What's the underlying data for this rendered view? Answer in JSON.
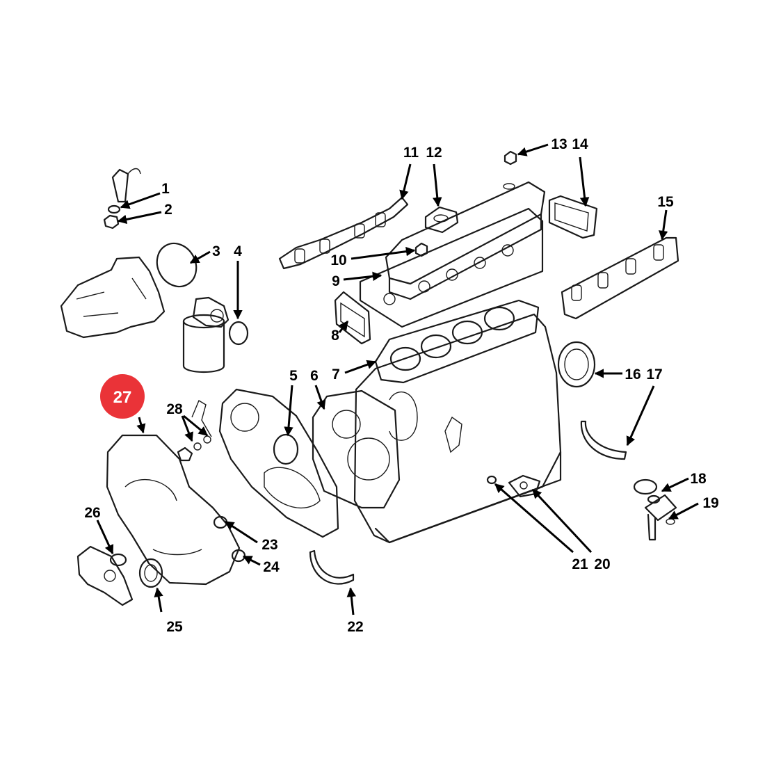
{
  "callouts": {
    "c1": "1",
    "c2": "2",
    "c3": "3",
    "c4": "4",
    "c5": "5",
    "c6": "6",
    "c7": "7",
    "c8": "8",
    "c9": "9",
    "c10": "10",
    "c11": "11",
    "c12": "12",
    "c13": "13",
    "c14": "14",
    "c15": "15",
    "c16": "16",
    "c17": "17",
    "c18": "18",
    "c19": "19",
    "c20": "20",
    "c21": "21",
    "c22": "22",
    "c23": "23",
    "c24": "24",
    "c25": "25",
    "c26": "26",
    "c28": "28"
  },
  "highlight": {
    "label": "27",
    "color": "#ea3338"
  }
}
